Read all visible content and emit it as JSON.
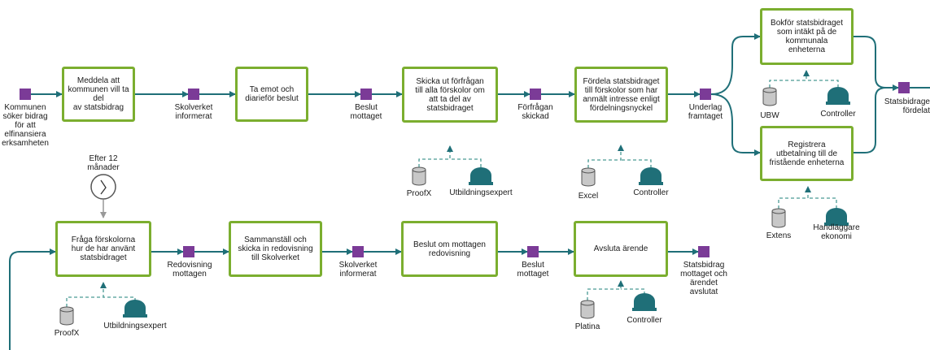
{
  "colors": {
    "activity_border": "#7bae2f",
    "event_square": "#7b3b97",
    "flow_line": "#1f6f78",
    "resource_line": "#4a9a94",
    "system_fill": "#c8c8c8",
    "role_fill": "#1f6f78",
    "timer_line": "#999999"
  },
  "events": {
    "e1": "Kommunen\nsöker bidrag\nför att\nelfinansiera\nerksamheten",
    "e2": "Skolverket\ninformerat",
    "e3": "Beslut\nmottaget",
    "e4": "Förfrågan\nskickad",
    "e5": "Underlag\nframtaget",
    "e6": "Statsbidrage\nfördelat",
    "e7": "Redovisning\nmottagen",
    "e8": "Skolverket\ninformerat",
    "e9": "Beslut\nmottaget",
    "e10": "Statsbidrag\nmottaget och\närendet\navslutat"
  },
  "activities": {
    "a1": "Meddela att\nkommunen vill ta del\nav statsbidrag",
    "a2": "Ta emot och\ndiarieför beslut",
    "a3": "Skicka ut förfrågan\ntill alla förskolor om\natt ta del av\nstatsbidraget",
    "a4": "Fördela statsbidraget\ntill förskolor som har\nanmält intresse enligt\nfördelningsnyckel",
    "a5": "Bokför statsbidraget\nsom intäkt på de\nkommunala\nenheterna",
    "a6": "Registrera\nutbetalning till de\nfristående enheterna",
    "b1": "Fråga förskolorna\nhur de har använt\nstatsbidraget",
    "b2": "Sammanställ och\nskicka in redovisning\ntill Skolverket",
    "b3": "Beslut om mottagen\nredovisning",
    "b4": "Avsluta ärende"
  },
  "resources": {
    "r1_system": "ProofX",
    "r1_role": "Utbildningsexpert",
    "r2_system": "Excel",
    "r2_role": "Controller",
    "r3_system": "UBW",
    "r3_role": "Controller",
    "r4_system": "Extens",
    "r4_role": "Handläggare\nekonomi",
    "r5_system": "ProofX",
    "r5_role": "Utbildningsexpert",
    "r6_system": "Platina",
    "r6_role": "Controller"
  },
  "timer": {
    "label": "Efter 12\nmånader",
    "icon": "clock-icon"
  }
}
